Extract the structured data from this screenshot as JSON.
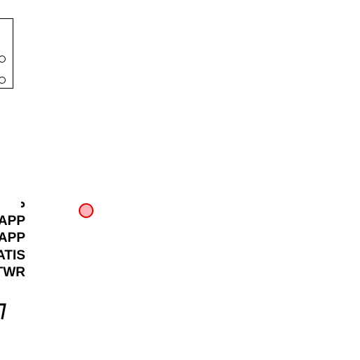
{
  "labels": {
    "lines": [
      "APP",
      "APP",
      "ATIS",
      "TWR"
    ]
  },
  "colors": {
    "marker_fill": "#ffb3b8",
    "marker_stroke": "#e00000",
    "text": "#000000"
  },
  "icons": {
    "marker": "circle-marker-icon",
    "fragment": "partial-shape-icon"
  }
}
